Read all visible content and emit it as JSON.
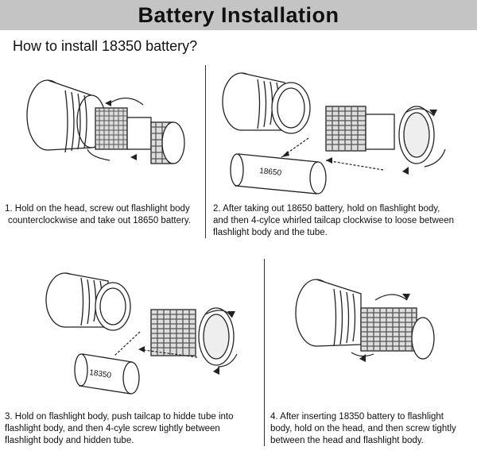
{
  "header": {
    "title": "Battery Installation"
  },
  "subtitle": "How to install 18350 battery?",
  "steps": [
    {
      "number": "1.",
      "caption_lines": [
        "1. Hold on the head, screw out flashlight body",
        "counterclockwise and take out 18650 battery."
      ]
    },
    {
      "number": "2.",
      "caption_lines": [
        "2. After taking out 18650 battery, hold on flashlight body,",
        "and then 4-cylce whirled tailcap clockwise to loose between",
        "flashlight body and the tube."
      ],
      "battery_label": "18650"
    },
    {
      "number": "3.",
      "caption_lines": [
        "3. Hold on flashlight body, push tailcap to hidde tube into",
        "flashlight body, and then 4-cyle screw tightly between",
        "flashlight body and hidden tube."
      ],
      "battery_label": "18350"
    },
    {
      "number": "4.",
      "caption_lines": [
        "4. After inserting 18350 battery to flashlight",
        "body, hold on the head, and then screw tightly",
        "between the head and flashlight body."
      ]
    }
  ],
  "colors": {
    "header_bg": "#c4c4c4",
    "line": "#222222",
    "knurl": "#555555"
  },
  "icons": [
    "rotate-arrow-icon",
    "push-arrow-icon",
    "battery-icon",
    "flashlight-icon"
  ]
}
